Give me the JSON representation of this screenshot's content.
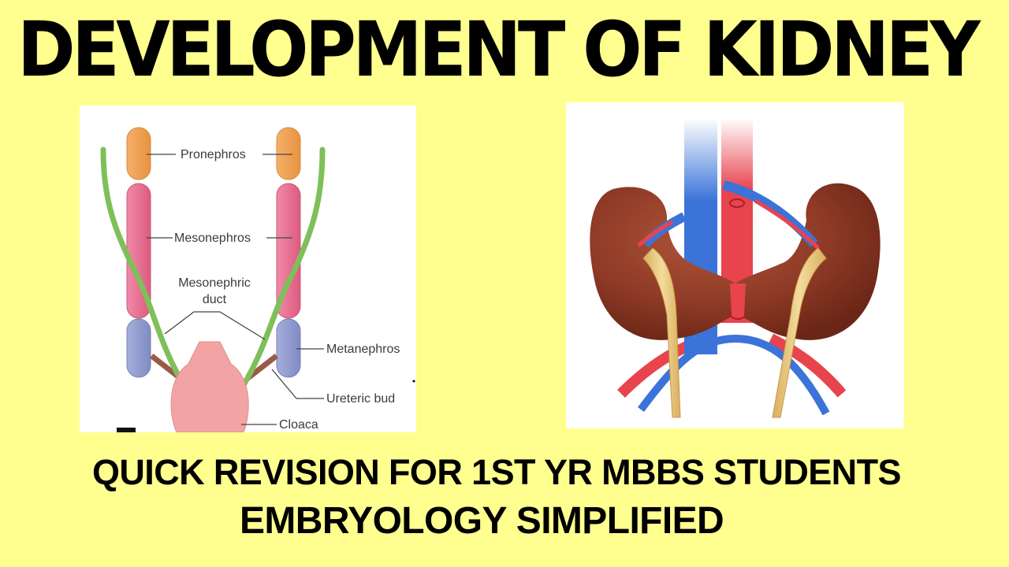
{
  "header": {
    "title": "DEVELOPMENT OF KIDNEY"
  },
  "left_diagram": {
    "labels": {
      "pronephros": "Pronephros",
      "mesonephros": "Mesonephros",
      "mesonephric_duct_line1": "Mesonephric",
      "mesonephric_duct_line2": "duct",
      "metanephros": "Metanephros",
      "ureteric_bud": "Ureteric bud",
      "cloaca": "Cloaca"
    },
    "colors": {
      "pronephros": "#f0a45a",
      "mesonephros": "#e8698f",
      "metanephros": "#8f9acb",
      "duct": "#7fbf5a",
      "ureteric_bud": "#9a5a48",
      "cloaca": "#f2a3a3"
    }
  },
  "right_diagram": {
    "description": "Horseshoe kidney illustration",
    "colors": {
      "kidney": "#8e3a26",
      "vein": "#3b73d9",
      "artery": "#e8444e",
      "ureter": "#e8c77a"
    }
  },
  "footer": {
    "line1": "QUICK REVISION FOR 1ST YR MBBS STUDENTS",
    "line2": "EMBRYOLOGY SIMPLIFIED"
  },
  "theme": {
    "background": "#ffff8f",
    "text": "#000000"
  }
}
